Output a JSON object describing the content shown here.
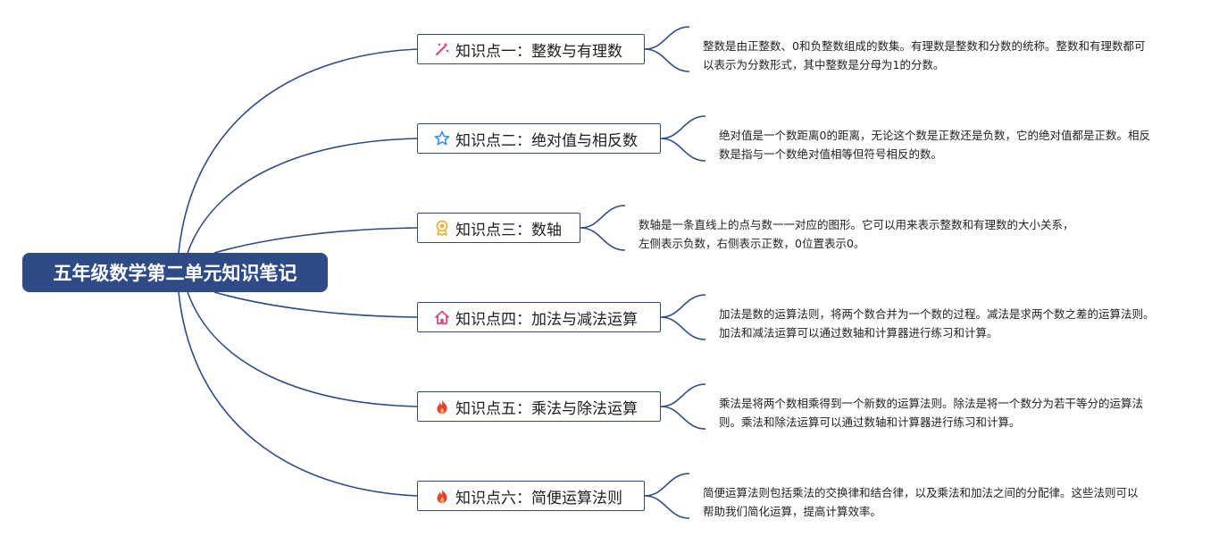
{
  "root": {
    "title": "五年级数学第二单元知识笔记"
  },
  "topics": [
    {
      "label": "知识点一：整数与有理数",
      "icon": "magic-wand-icon",
      "note": "整数是由正整数、0和负整数组成的数集。有理数是整数和分数的统称。整数和有理数都可以表示为分数形式，其中整数是分母为1的分数。"
    },
    {
      "label": "知识点二：绝对值与相反数",
      "icon": "star-icon",
      "note": "绝对值是一个数距离0的距离，无论这个数是正数还是负数，它的绝对值都是正数。相反数是指与一个数绝对值相等但符号相反的数。"
    },
    {
      "label": "知识点三：数轴",
      "icon": "medal-icon",
      "note": "数轴是一条直线上的点与数一一对应的图形。它可以用来表示整数和有理数的大小关系，左侧表示负数，右侧表示正数，0位置表示0。"
    },
    {
      "label": "知识点四：加法与减法运算",
      "icon": "home-icon",
      "note": "加法是数的运算法则，将两个数合并为一个数的过程。减法是求两个数之差的运算法则。加法和减法运算可以通过数轴和计算器进行练习和计算。"
    },
    {
      "label": "知识点五：乘法与除法运算",
      "icon": "fire-icon",
      "note": "乘法是将两个数相乘得到一个新数的运算法则。除法是将一个数分为若干等分的运算法则。乘法和除法运算可以通过数轴和计算器进行练习和计算。"
    },
    {
      "label": "知识点六：简便运算法则",
      "icon": "fire-icon",
      "note": "简便运算法则包括乘法的交换律和结合律，以及乘法和加法之间的分配律。这些法则可以帮助我们简化运算，提高计算效率。"
    }
  ],
  "colors": {
    "root_bg": "#2e4b86",
    "line": "#2e4b86",
    "icon_pink": "#e0457b",
    "icon_blue": "#3a8ee6",
    "icon_gold": "#e9b23c",
    "icon_red": "#e8402f"
  }
}
